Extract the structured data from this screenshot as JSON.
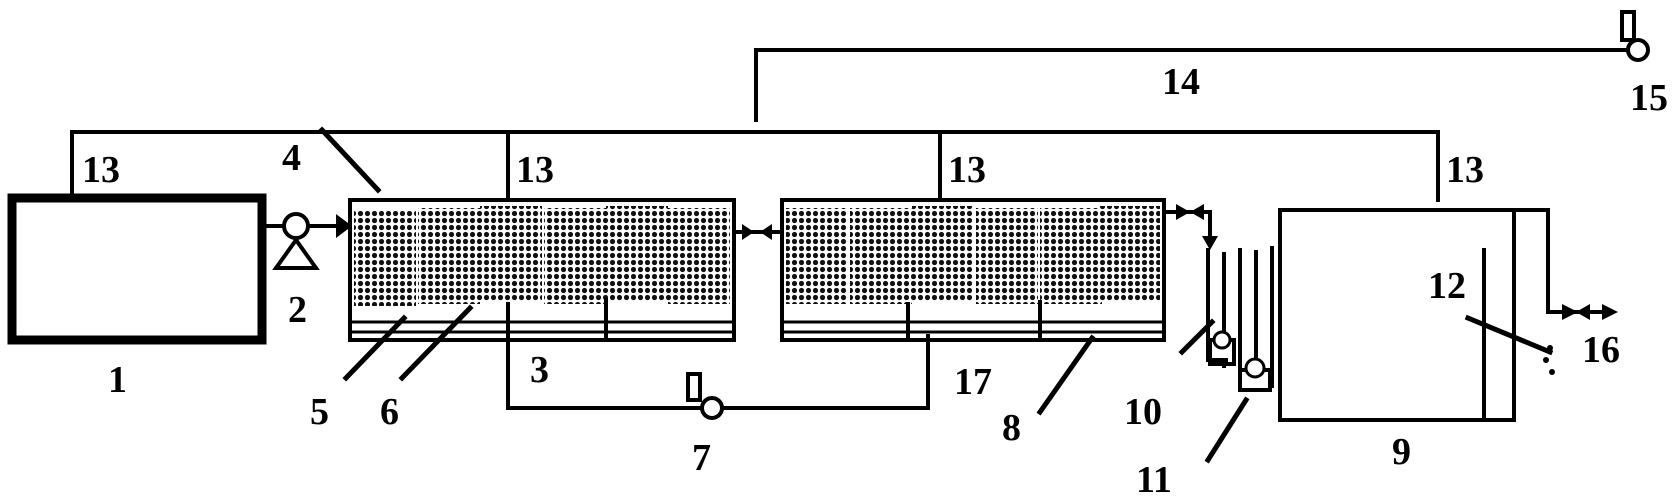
{
  "labels": {
    "n1": "1",
    "n2": "2",
    "n3": "3",
    "n4": "4",
    "n5": "5",
    "n6": "6",
    "n7": "7",
    "n8": "8",
    "n9": "9",
    "n10": "10",
    "n11": "11",
    "n12": "12",
    "n13a": "13",
    "n13b": "13",
    "n13c": "13",
    "n13d": "13",
    "n14": "14",
    "n15": "15",
    "n16": "16",
    "n17": "17"
  },
  "colors": {
    "line": "#000000",
    "background": "#ffffff"
  }
}
